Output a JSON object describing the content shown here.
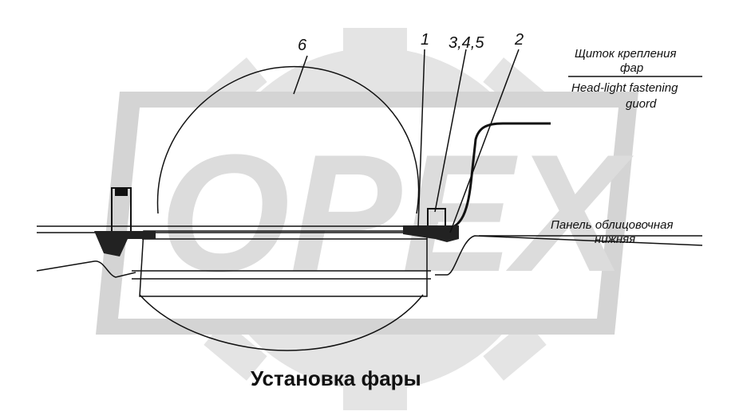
{
  "watermark": {
    "text": "OPEX"
  },
  "callouts": [
    {
      "id": "6",
      "label": "6"
    },
    {
      "id": "1",
      "label": "1"
    },
    {
      "id": "345",
      "label": "3,4,5"
    },
    {
      "id": "2",
      "label": "2"
    }
  ],
  "notes": {
    "guard_ru_1": "Щиток крепления",
    "guard_ru_2": "фар",
    "guard_en_1": "Head-light fastening",
    "guard_en_2": "guord",
    "panel_ru_1": "Панель облицовочная",
    "panel_ru_2": "нижняя"
  },
  "caption": "Установка фары"
}
